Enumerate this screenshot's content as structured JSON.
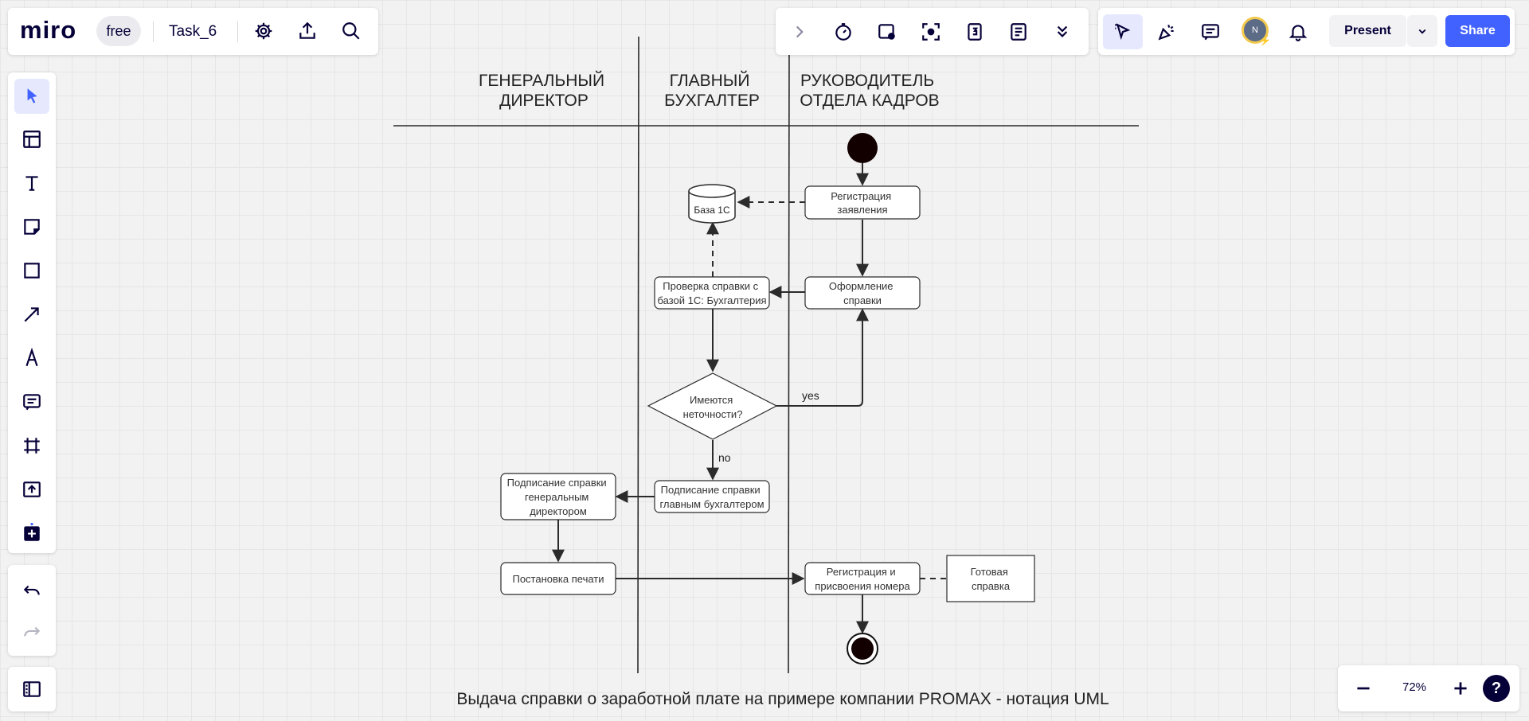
{
  "app": {
    "logo": "miro",
    "plan_badge": "free",
    "board_name": "Task_6"
  },
  "topbar": {
    "present_label": "Present",
    "share_label": "Share",
    "avatar_initial": "N"
  },
  "zoom": {
    "level": "72%"
  },
  "help": {
    "label": "?"
  },
  "diagram": {
    "lanes": {
      "director": [
        "ГЕНЕРАЛЬНЫЙ",
        "ДИРЕКТОР"
      ],
      "accountant": [
        "ГЛАВНЫЙ",
        "БУХГАЛТЕР"
      ],
      "hr": [
        "РУКОВОДИТЕЛЬ",
        "ОТДЕЛА КАДРОВ"
      ]
    },
    "nodes": {
      "database": "База 1С",
      "registration": [
        "Регистрация",
        "заявления"
      ],
      "prepare": [
        "Оформление",
        "справки"
      ],
      "check": [
        "Проверка справки с",
        "базой 1С: Бухгалтерия"
      ],
      "decision": [
        "Имеются",
        "неточности?"
      ],
      "sign_accountant": [
        "Подписание справки",
        "главным бухгалтером"
      ],
      "sign_director": [
        "Подписание справки",
        "генеральным",
        "директором"
      ],
      "stamp": "Постановка печати",
      "register_number": [
        "Регистрация и",
        "присвоения номера"
      ],
      "ready": [
        "Готовая",
        "справка"
      ]
    },
    "edges": {
      "yes": "yes",
      "no": "no"
    },
    "caption": "Выдача справки о заработной плате на примере компании PROMAX - нотация UML"
  }
}
